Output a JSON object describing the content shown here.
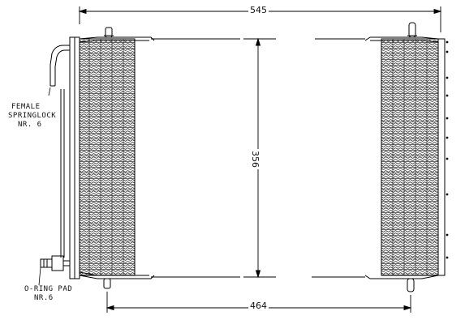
{
  "dimensions": {
    "top_width": "545",
    "height": "356",
    "core_width": "464"
  },
  "callouts": {
    "female_springlock": [
      "FEMALE",
      "SPRINGLOCK",
      "NR. 6"
    ],
    "o_ring_pad": [
      "O-RING PAD",
      "NR.6"
    ]
  },
  "colors": {
    "line": "#000000",
    "background": "#ffffff"
  }
}
